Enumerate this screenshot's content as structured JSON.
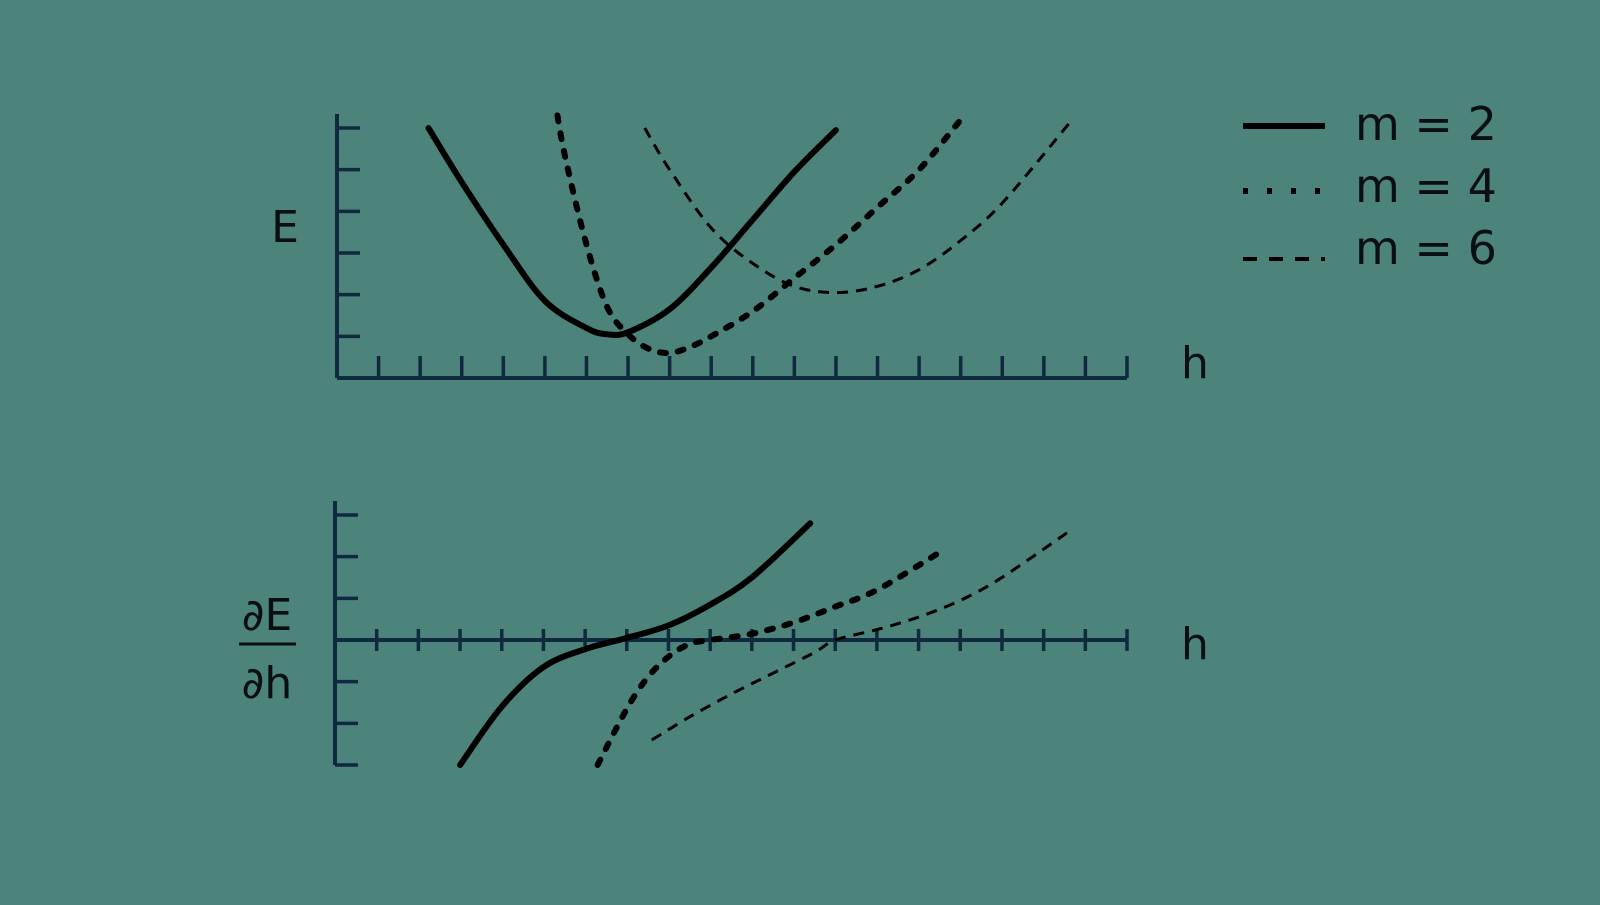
{
  "colors": {
    "background": "#4c837a",
    "axis": "#0f2a3e",
    "curve": "#000000"
  },
  "chart_data": [
    {
      "type": "line",
      "ylabel": "E",
      "xlabel": "h",
      "xlim": [
        0,
        19
      ],
      "ylim": [
        0,
        6
      ],
      "x_ticks": 19,
      "y_ticks": 6,
      "grid": false,
      "legend": "top-right",
      "series": [
        {
          "name": "m = 2",
          "style": "solid",
          "x": [
            2.2,
            3,
            4,
            5,
            6,
            6.5,
            7,
            8,
            9,
            10,
            11,
            12
          ],
          "y": [
            6.0,
            4.7,
            3.2,
            1.85,
            1.2,
            1.05,
            1.1,
            1.65,
            2.65,
            3.8,
            4.95,
            5.95
          ]
        },
        {
          "name": "m = 4",
          "style": "dotted",
          "x": [
            5.3,
            5.5,
            6,
            6.5,
            7,
            7.5,
            8,
            8.5,
            9,
            10,
            11,
            12,
            13,
            14,
            15
          ],
          "y": [
            6.3,
            5.25,
            3.2,
            1.7,
            1.05,
            0.7,
            0.6,
            0.75,
            1.0,
            1.6,
            2.4,
            3.2,
            4.1,
            5.0,
            6.2
          ]
        },
        {
          "name": "m = 6",
          "style": "dashed",
          "x": [
            7.4,
            8,
            9,
            10,
            11,
            12,
            13,
            14,
            15,
            16,
            17.6
          ],
          "y": [
            6.0,
            5.0,
            3.6,
            2.75,
            2.2,
            2.05,
            2.2,
            2.6,
            3.3,
            4.2,
            6.1
          ]
        }
      ]
    },
    {
      "type": "line",
      "ylabel_numerator": "∂E",
      "ylabel_denominator": "∂h",
      "xlabel": "h",
      "xlim": [
        0,
        19
      ],
      "ylim": [
        -3,
        3
      ],
      "x_ticks": 19,
      "y_ticks": 6,
      "grid": false,
      "series": [
        {
          "name": "m = 2",
          "style": "solid",
          "x": [
            3.0,
            4,
            5,
            6,
            7,
            8,
            9,
            10,
            11.4
          ],
          "y": [
            -3.0,
            -1.6,
            -0.65,
            -0.22,
            0.05,
            0.35,
            0.85,
            1.5,
            2.8
          ]
        },
        {
          "name": "m = 4",
          "style": "dotted",
          "x": [
            6.3,
            7,
            7.5,
            8,
            8.5,
            9,
            10,
            11,
            12,
            13,
            14.5
          ],
          "y": [
            -3.0,
            -1.65,
            -0.9,
            -0.4,
            -0.1,
            0.0,
            0.15,
            0.42,
            0.8,
            1.2,
            2.1
          ]
        },
        {
          "name": "m = 6",
          "style": "dashed",
          "x": [
            7.6,
            8.5,
            9.5,
            10.5,
            11.5,
            12,
            13,
            14,
            15,
            16,
            17.6
          ],
          "y": [
            -2.4,
            -1.85,
            -1.3,
            -0.8,
            -0.3,
            0.0,
            0.25,
            0.55,
            0.95,
            1.5,
            2.6
          ]
        }
      ]
    }
  ]
}
